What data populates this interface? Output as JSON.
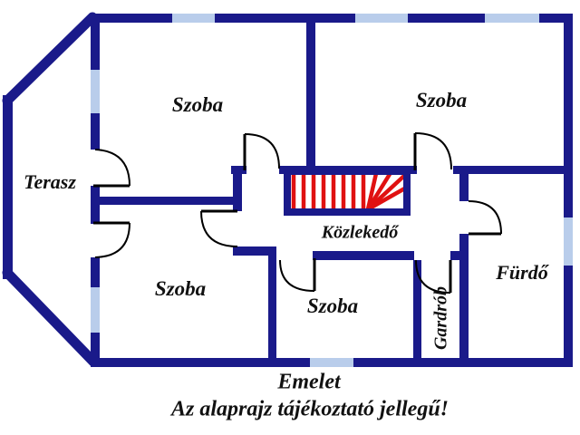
{
  "plan": {
    "rooms": [
      {
        "id": "szoba-top-left",
        "label": "Szoba"
      },
      {
        "id": "szoba-top-right",
        "label": "Szoba"
      },
      {
        "id": "terasz",
        "label": "Terasz"
      },
      {
        "id": "kozlekedo",
        "label": "Közlekedő"
      },
      {
        "id": "szoba-bottom-left",
        "label": "Szoba"
      },
      {
        "id": "szoba-bottom-middle",
        "label": "Szoba"
      },
      {
        "id": "gardrob",
        "label": "Gardrób"
      },
      {
        "id": "furdo",
        "label": "Fürdő"
      }
    ],
    "footer": {
      "floor_label": "Emelet",
      "disclaimer": "Az alaprajz tájékoztató jellegű!"
    },
    "colors": {
      "wall": "#1a1a8a",
      "window": "#b9cdeb",
      "stairs": "#e01111",
      "text": "#111111",
      "background": "#ffffff"
    }
  }
}
